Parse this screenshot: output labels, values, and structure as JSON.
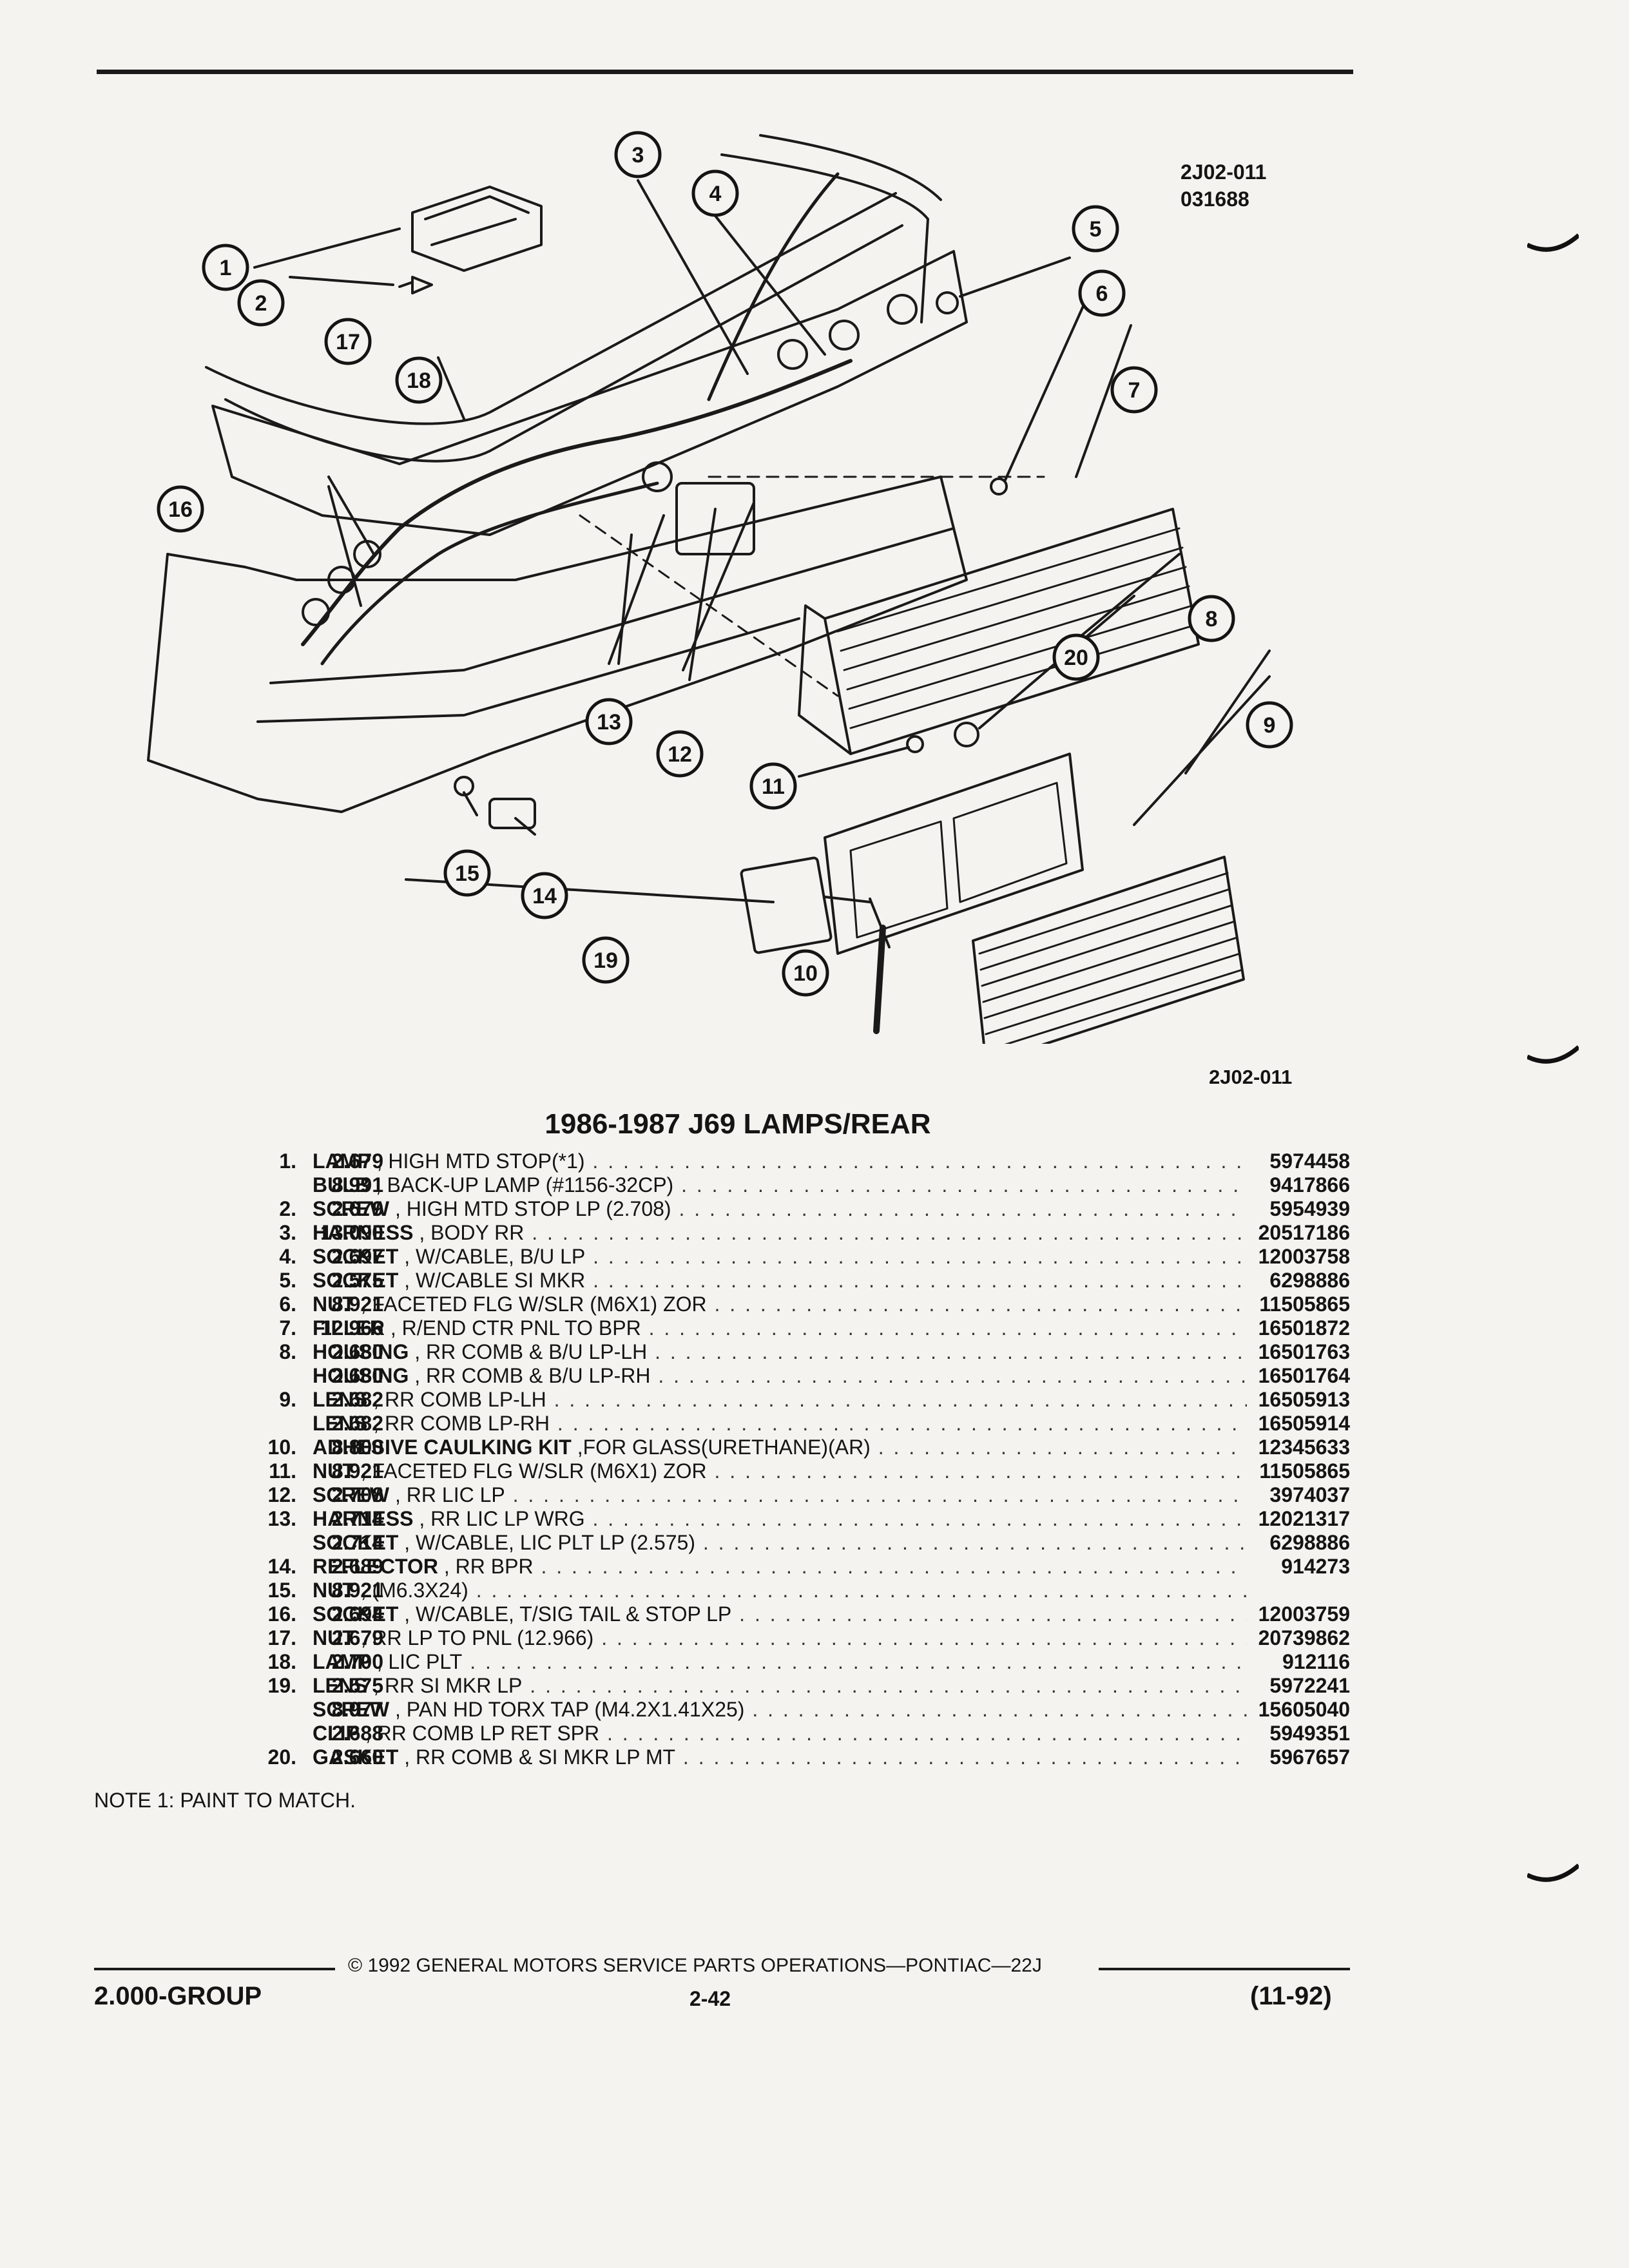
{
  "header": {
    "drawing_code": "2J02-011",
    "date_code": "031688"
  },
  "diagram": {
    "code": "2J02-011",
    "callouts": [
      "1",
      "2",
      "3",
      "4",
      "5",
      "6",
      "7",
      "8",
      "9",
      "10",
      "11",
      "12",
      "13",
      "14",
      "15",
      "16",
      "17",
      "18",
      "19",
      "20"
    ]
  },
  "title": "1986-1987 J69 LAMPS/REAR",
  "parts": [
    {
      "index": "1.",
      "group": "2.679",
      "name": "LAMP",
      "desc": ", HIGH MTD STOP(*1)",
      "part": "5974458"
    },
    {
      "index": "",
      "group": "8.991",
      "name": "BULB",
      "desc": ", BACK-UP LAMP (#1156-32CP)",
      "part": "9417866"
    },
    {
      "index": "2.",
      "group": "2.679",
      "name": "SCREW",
      "desc": ", HIGH MTD STOP LP (2.708)",
      "part": "5954939"
    },
    {
      "index": "3.",
      "group": "13.090",
      "name": "HARNESS",
      "desc": ", BODY RR",
      "part": "20517186"
    },
    {
      "index": "4.",
      "group": "2.697",
      "name": "SOCKET",
      "desc": ", W/CABLE, B/U LP",
      "part": "12003758"
    },
    {
      "index": "5.",
      "group": "2.575",
      "name": "SOCKET",
      "desc": ", W/CABLE SI MKR",
      "part": "6298886"
    },
    {
      "index": "6.",
      "group": "8.921",
      "name": "NUT",
      "desc": ", FACETED FLG W/SLR (M6X1) ZOR",
      "part": "11505865"
    },
    {
      "index": "7.",
      "group": "12.966",
      "name": "FILLER",
      "desc": ", R/END CTR PNL TO BPR",
      "part": "16501872"
    },
    {
      "index": "8.",
      "group": "2.680",
      "name": "HOUSING",
      "desc": ", RR COMB & B/U LP-LH",
      "part": "16501763"
    },
    {
      "index": "",
      "group": "2.680",
      "name": "HOUSING",
      "desc": ", RR COMB & B/U LP-RH",
      "part": "16501764"
    },
    {
      "index": "9.",
      "group": "2.682",
      "name": "LENS",
      "desc": ", RR COMB LP-LH",
      "part": "16505913"
    },
    {
      "index": "",
      "group": "2.682",
      "name": "LENS",
      "desc": ", RR COMB LP-RH",
      "part": "16505914"
    },
    {
      "index": "10.",
      "group": "8.800",
      "name": "ADHESIVE CAULKING KIT",
      "desc": ",FOR GLASS(URETHANE)(AR)",
      "part": "12345633"
    },
    {
      "index": "11.",
      "group": "8.921",
      "name": "NUT",
      "desc": ", FACETED FLG W/SLR (M6X1) ZOR",
      "part": "11505865"
    },
    {
      "index": "12.",
      "group": "2.708",
      "name": "SCREW",
      "desc": ", RR LIC LP",
      "part": "3974037"
    },
    {
      "index": "13.",
      "group": "2.714",
      "name": "HARNESS",
      "desc": ", RR LIC LP WRG",
      "part": "12021317"
    },
    {
      "index": "",
      "group": "2.714",
      "name": "SOCKET",
      "desc": ", W/CABLE, LIC PLT LP (2.575)",
      "part": "6298886"
    },
    {
      "index": "14.",
      "group": "2.689",
      "name": "REFLECTOR",
      "desc": ", RR BPR",
      "part": "914273"
    },
    {
      "index": "15.",
      "group": "8.921",
      "name": "NUT",
      "desc": ", (M6.3X24)",
      "part": ""
    },
    {
      "index": "16.",
      "group": "2.694",
      "name": "SOCKET",
      "desc": ", W/CABLE, T/SIG TAIL & STOP LP",
      "part": "12003759"
    },
    {
      "index": "17.",
      "group": "2.679",
      "name": "NUT",
      "desc": ", RR LP TO PNL (12.966)",
      "part": "20739862"
    },
    {
      "index": "18.",
      "group": "2.700",
      "name": "LAMP",
      "desc": ", LIC PLT",
      "part": "912116"
    },
    {
      "index": "19.",
      "group": "2.575",
      "name": "LENS",
      "desc": ", RR SI MKR LP",
      "part": "5972241"
    },
    {
      "index": "",
      "group": "8.977",
      "name": "SCREW",
      "desc": ", PAN HD TORX TAP (M4.2X1.41X25)",
      "part": "15605040"
    },
    {
      "index": "",
      "group": "2.688",
      "name": "CLIP",
      "desc": ", RR COMB LP RET SPR",
      "part": "5949351"
    },
    {
      "index": "20.",
      "group": "2.660",
      "name": "GASKET",
      "desc": ", RR COMB & SI MKR LP MT",
      "part": "5967657"
    }
  ],
  "note": "NOTE  1:  PAINT TO MATCH.",
  "footer": {
    "copyright": "©  1992  GENERAL MOTORS SERVICE PARTS OPERATIONS—PONTIAC—22J",
    "group": "2.000-GROUP",
    "page": "2-42",
    "date": "(11-92)"
  }
}
